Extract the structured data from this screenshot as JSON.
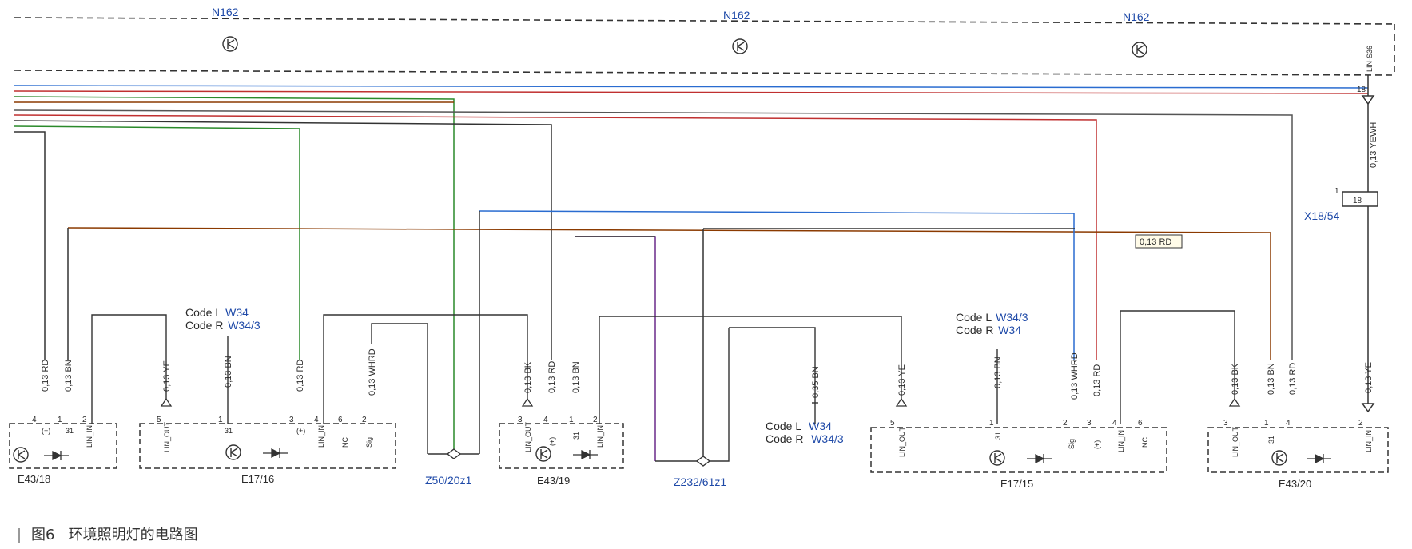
{
  "module": {
    "label": "N162"
  },
  "connector_x18": {
    "label": "X18/54",
    "pin1": "1",
    "pin18": "18"
  },
  "splices": {
    "z50": "Z50/20z1",
    "z232": "Z232/61z1"
  },
  "components": {
    "e43_18": "E43/18",
    "e17_16": "E17/16",
    "e43_19": "E43/19",
    "e17_15": "E17/15",
    "e43_20": "E43/20"
  },
  "code_notes": {
    "a_line1_prefix": "Code L",
    "a_line1_code": "W34",
    "a_line2_prefix": "Code R",
    "a_line2_code": "W34/3",
    "b_line1_prefix": "Code L",
    "b_line1_code": "W34",
    "b_line2_prefix": "Code R",
    "b_line2_code": "W34/3",
    "c_line1_prefix": "Code L",
    "c_line1_code": "W34/3",
    "c_line2_prefix": "Code R",
    "c_line2_code": "W34"
  },
  "wires": {
    "w1": "0,13 RD",
    "w2": "0,13 BN",
    "w3": "0,13 YE",
    "w4": "0,13 BN",
    "w5": "0,13 RD",
    "w6": "0,13 WHRD",
    "w7": "0,13 BK",
    "w8": "0,13 RD",
    "w9": "0,13 BN",
    "w10": "0,35 BN",
    "w11": "0,13 YE",
    "w12": "0,13 BN",
    "w13": "0,13 WHRD",
    "w14": "0,13 RD",
    "w15": "0,13 BK",
    "w16": "0,13 BN",
    "w17": "0,13 RD",
    "w18": "0,13 YE",
    "w19": "0,13 YEWH",
    "tag": "0,13 RD"
  },
  "pins": {
    "lin_out": "LIN_OUT",
    "lin_in": "LIN_IN",
    "plus": "(+)",
    "p31": "31",
    "nc": "NC",
    "sig": "Sig",
    "lin_s36": "LIN-S36"
  },
  "pin_numbers": [
    "4",
    "1",
    "2",
    "5",
    "1",
    "3",
    "4",
    "6",
    "2",
    "3",
    "4",
    "1",
    "2",
    "5",
    "1",
    "2",
    "3",
    "4",
    "6",
    "3",
    "1",
    "4",
    "2"
  ],
  "caption": {
    "figure": "图6",
    "text": "环境照明灯的电路图"
  }
}
